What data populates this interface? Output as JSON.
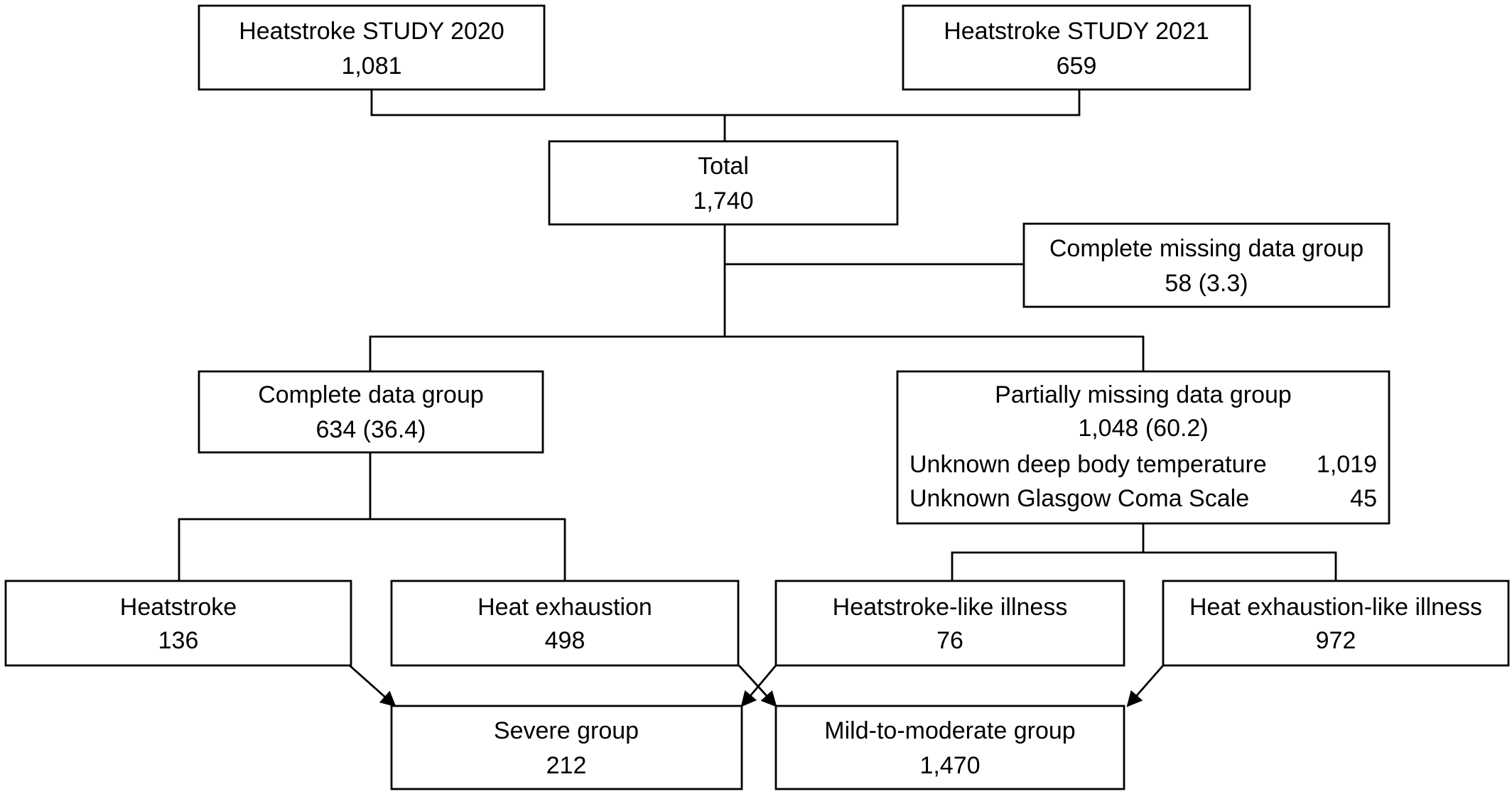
{
  "flowchart": {
    "study_2020": {
      "label": "Heatstroke STUDY 2020",
      "value": "1,081"
    },
    "study_2021": {
      "label": "Heatstroke STUDY 2021",
      "value": "659"
    },
    "total": {
      "label": "Total",
      "value": "1,740"
    },
    "complete_missing": {
      "label": "Complete missing data group",
      "value": "58 (3.3)"
    },
    "complete_data": {
      "label": "Complete data group",
      "value": "634 (36.4)"
    },
    "partially_missing": {
      "label": "Partially missing data group",
      "value": "1,048 (60.2)",
      "details": [
        {
          "label": "Unknown deep body temperature",
          "value": "1,019"
        },
        {
          "label": "Unknown Glasgow Coma Scale",
          "value": "45"
        }
      ]
    },
    "heatstroke": {
      "label": "Heatstroke",
      "value": "136"
    },
    "heat_exhaustion": {
      "label": "Heat exhaustion",
      "value": "498"
    },
    "heatstroke_like": {
      "label": "Heatstroke-like illness",
      "value": "76"
    },
    "heat_exhaustion_like": {
      "label": "Heat exhaustion-like illness",
      "value": "972"
    },
    "severe": {
      "label": "Severe group",
      "value": "212"
    },
    "mild_moderate": {
      "label": "Mild-to-moderate group",
      "value": "1,470"
    }
  }
}
